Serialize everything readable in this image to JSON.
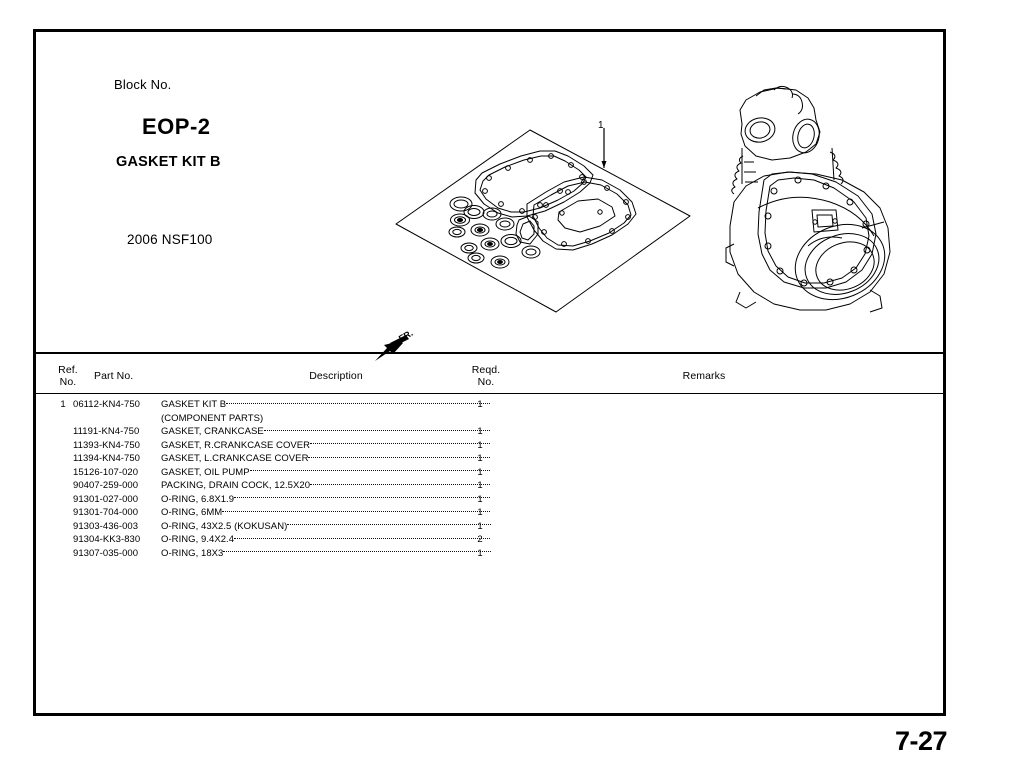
{
  "page": {
    "number": "7-27"
  },
  "title_block": {
    "block_no_label": "Block No.",
    "block_code": "EOP-2",
    "block_title": "GASKET KIT B",
    "model": "2006 NSF100"
  },
  "illustration": {
    "fr_arrow_label": "FR.",
    "callout_1": "1",
    "gasket_kit_icon": "gasket-kit-exploded-drawing",
    "engine_icon": "engine-assembly-drawing"
  },
  "table": {
    "headers": {
      "ref_no_line1": "Ref.",
      "ref_no_line2": "No.",
      "part_no": "Part No.",
      "description": "Description",
      "reqd_no_line1": "Reqd.",
      "reqd_no_line2": "No.",
      "remarks": "Remarks"
    },
    "rows": [
      {
        "ref_no": "1",
        "part_no": "06112-KN4-750",
        "description": "GASKET KIT B",
        "reqd_no": "1",
        "remarks": "",
        "dots": true
      },
      {
        "ref_no": "",
        "part_no": "",
        "description": "(COMPONENT PARTS)",
        "reqd_no": "",
        "remarks": "",
        "dots": false
      },
      {
        "ref_no": "",
        "part_no": "11191-KN4-750",
        "description": "GASKET, CRANKCASE",
        "reqd_no": "1",
        "remarks": "",
        "dots": true
      },
      {
        "ref_no": "",
        "part_no": "11393-KN4-750",
        "description": "GASKET, R.CRANKCASE COVER",
        "reqd_no": "1",
        "remarks": "",
        "dots": true
      },
      {
        "ref_no": "",
        "part_no": "11394-KN4-750",
        "description": "GASKET, L.CRANKCASE COVER",
        "reqd_no": "1",
        "remarks": "",
        "dots": true
      },
      {
        "ref_no": "",
        "part_no": "15126-107-020",
        "description": "GASKET, OIL PUMP",
        "reqd_no": "1",
        "remarks": "",
        "dots": true
      },
      {
        "ref_no": "",
        "part_no": "90407-259-000",
        "description": "PACKING, DRAIN COCK, 12.5X20",
        "reqd_no": "1",
        "remarks": "",
        "dots": true
      },
      {
        "ref_no": "",
        "part_no": "91301-027-000",
        "description": "O-RING, 6.8X1.9",
        "reqd_no": "1",
        "remarks": "",
        "dots": true
      },
      {
        "ref_no": "",
        "part_no": "91301-704-000",
        "description": "O-RING, 6MM",
        "reqd_no": "1",
        "remarks": "",
        "dots": true
      },
      {
        "ref_no": "",
        "part_no": "91303-436-003",
        "description": "O-RING, 43X2.5 (KOKUSAN)",
        "reqd_no": "1",
        "remarks": "",
        "dots": true
      },
      {
        "ref_no": "",
        "part_no": "91304-KK3-830",
        "description": "O-RING, 9.4X2.4",
        "reqd_no": "2",
        "remarks": "",
        "dots": true
      },
      {
        "ref_no": "",
        "part_no": "91307-035-000",
        "description": "O-RING, 18X3",
        "reqd_no": "1",
        "remarks": "",
        "dots": true
      }
    ]
  }
}
